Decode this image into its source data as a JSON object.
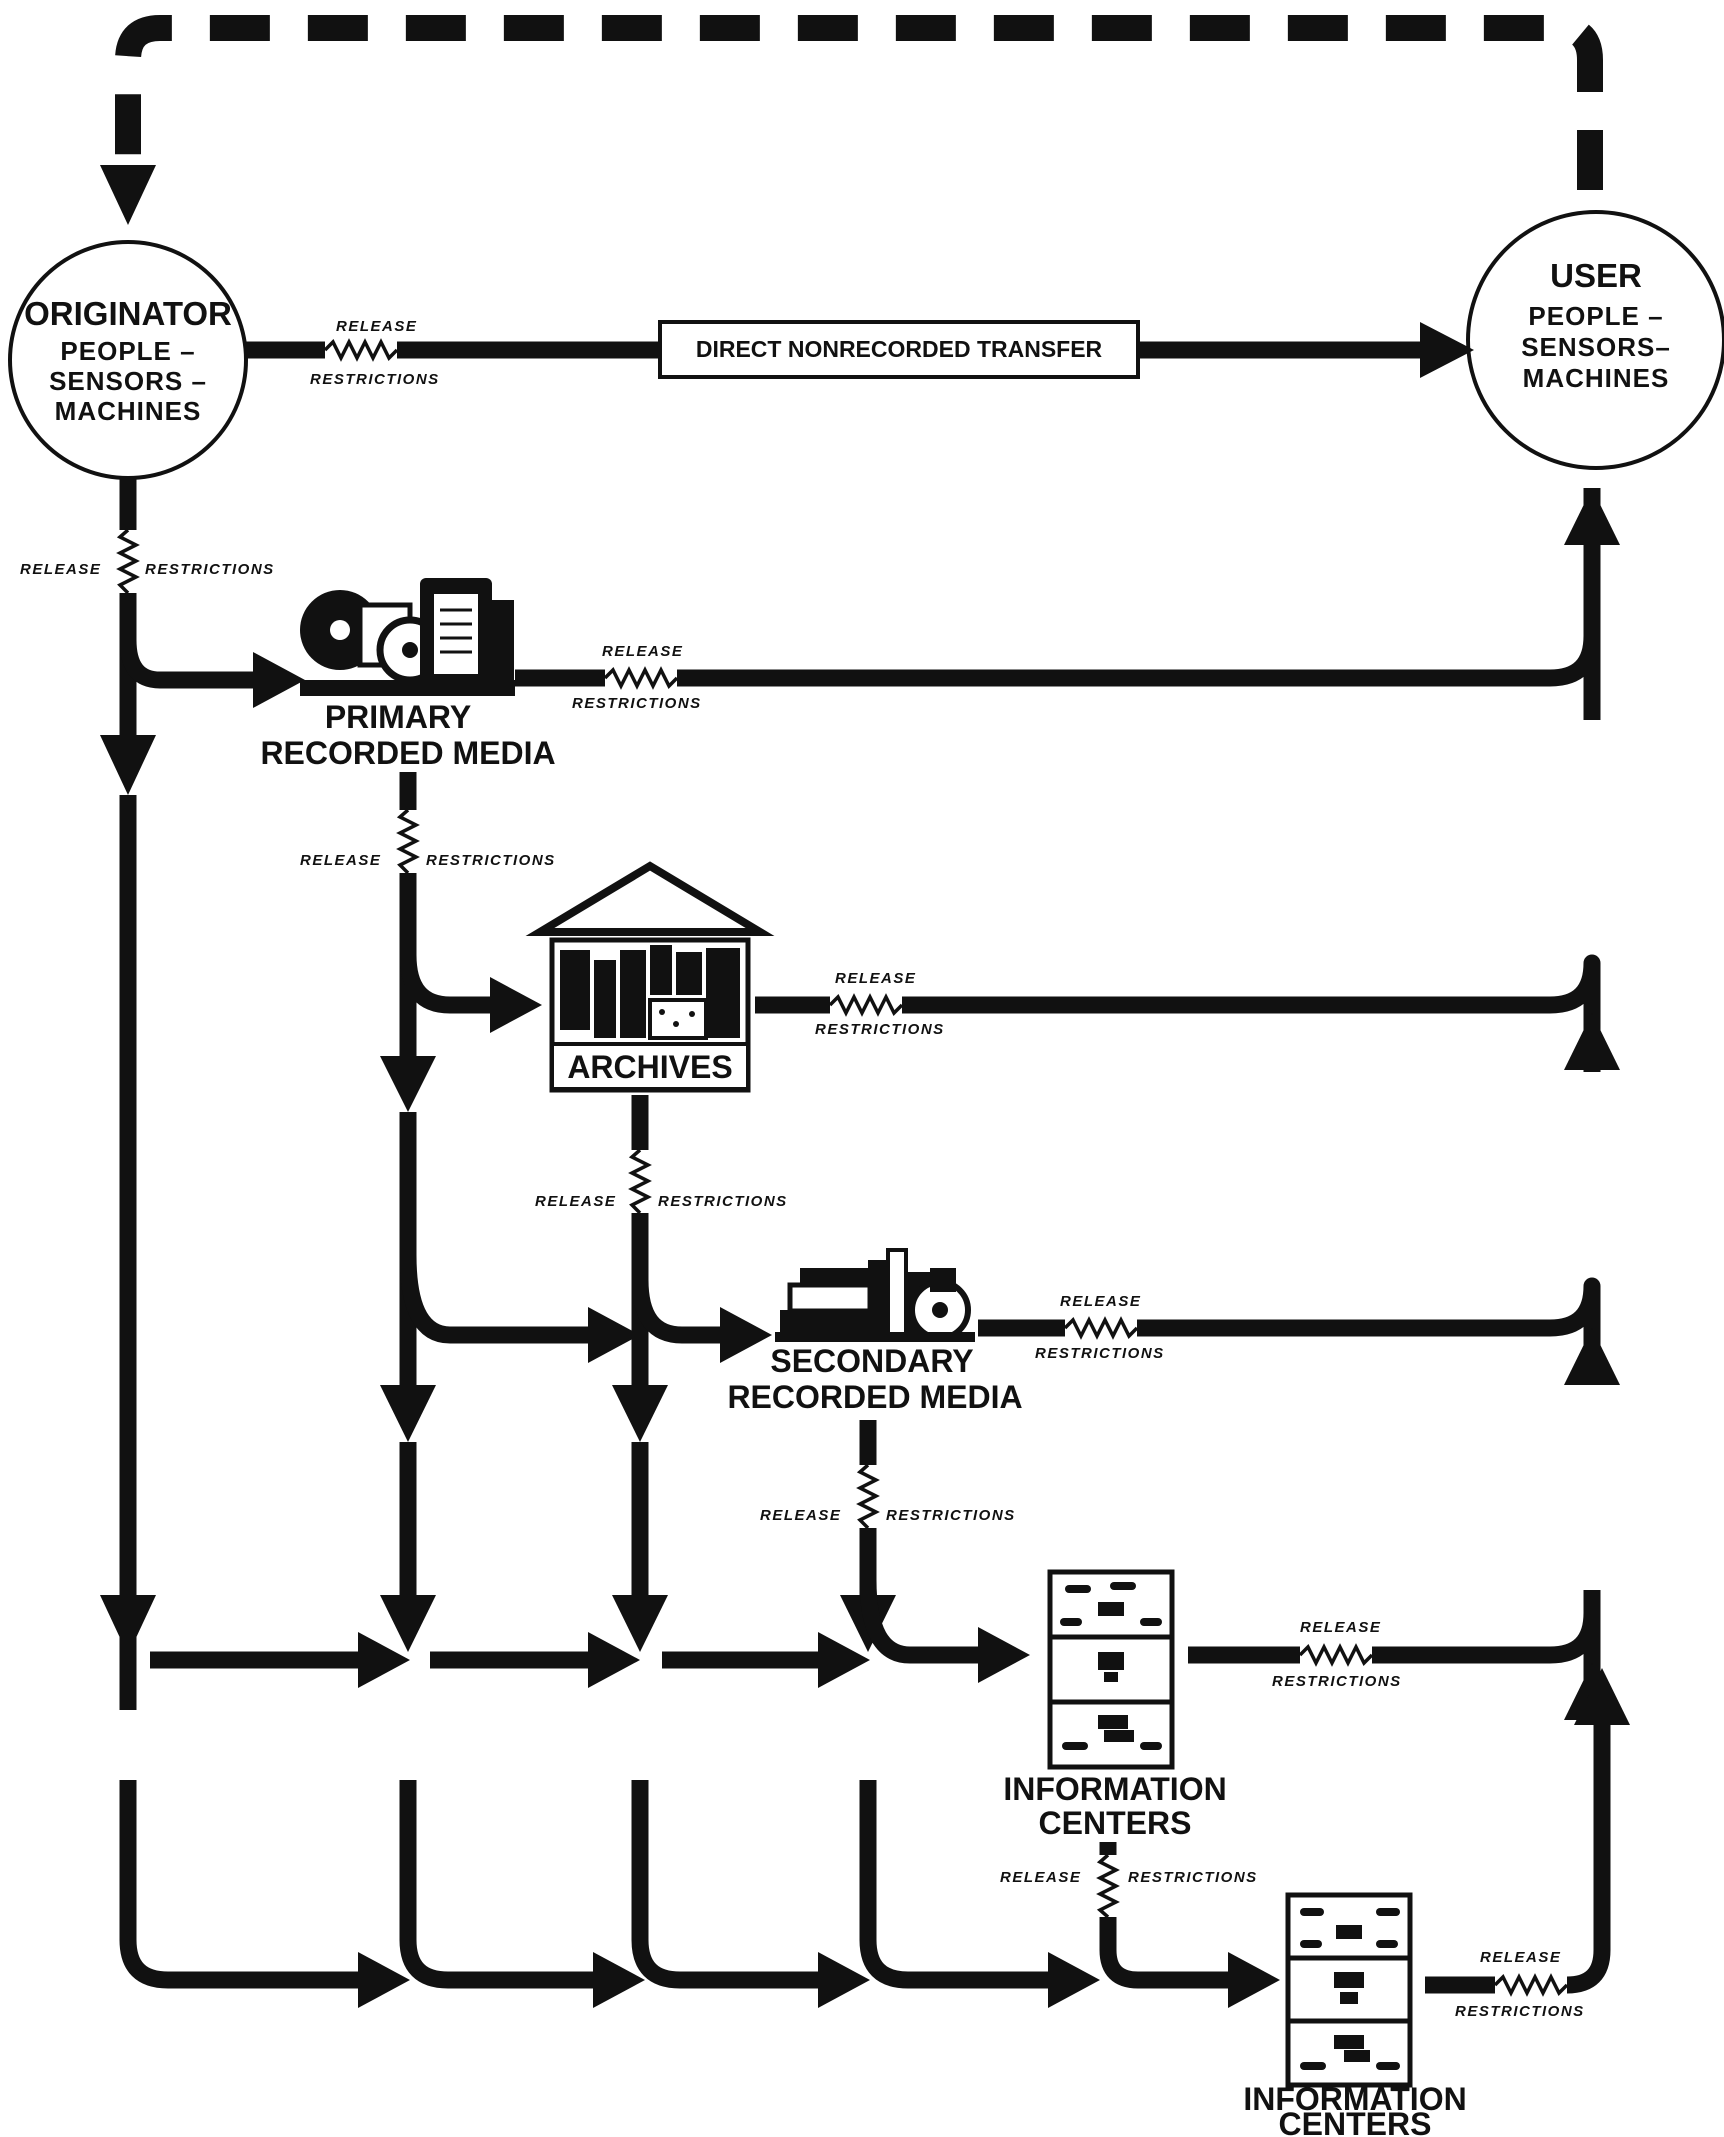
{
  "originator": {
    "title": "ORIGINATOR",
    "line1": "PEOPLE –",
    "line2": "SENSORS –",
    "line3": "MACHINES"
  },
  "user": {
    "title": "USER",
    "line1": "PEOPLE –",
    "line2": "SENSORS–",
    "line3": "MACHINES"
  },
  "direct_transfer": "DIRECT NONRECORDED TRANSFER",
  "release_word": "RELEASE",
  "restrictions_word": "RESTRICTIONS",
  "nodes": {
    "primary_line1": "PRIMARY",
    "primary_line2": "RECORDED MEDIA",
    "archives": "ARCHIVES",
    "secondary_line1": "SECONDARY",
    "secondary_line2": "RECORDED MEDIA",
    "info1_line1": "INFORMATION",
    "info1_line2": "CENTERS",
    "info2_line1": "INFORMATION",
    "info2_line2": "CENTERS"
  },
  "icons": {
    "primary": "recorded-media-stack-icon",
    "archives": "archive-building-icon",
    "secondary": "books-and-reels-icon",
    "info_center": "filing-cabinet-icon"
  }
}
